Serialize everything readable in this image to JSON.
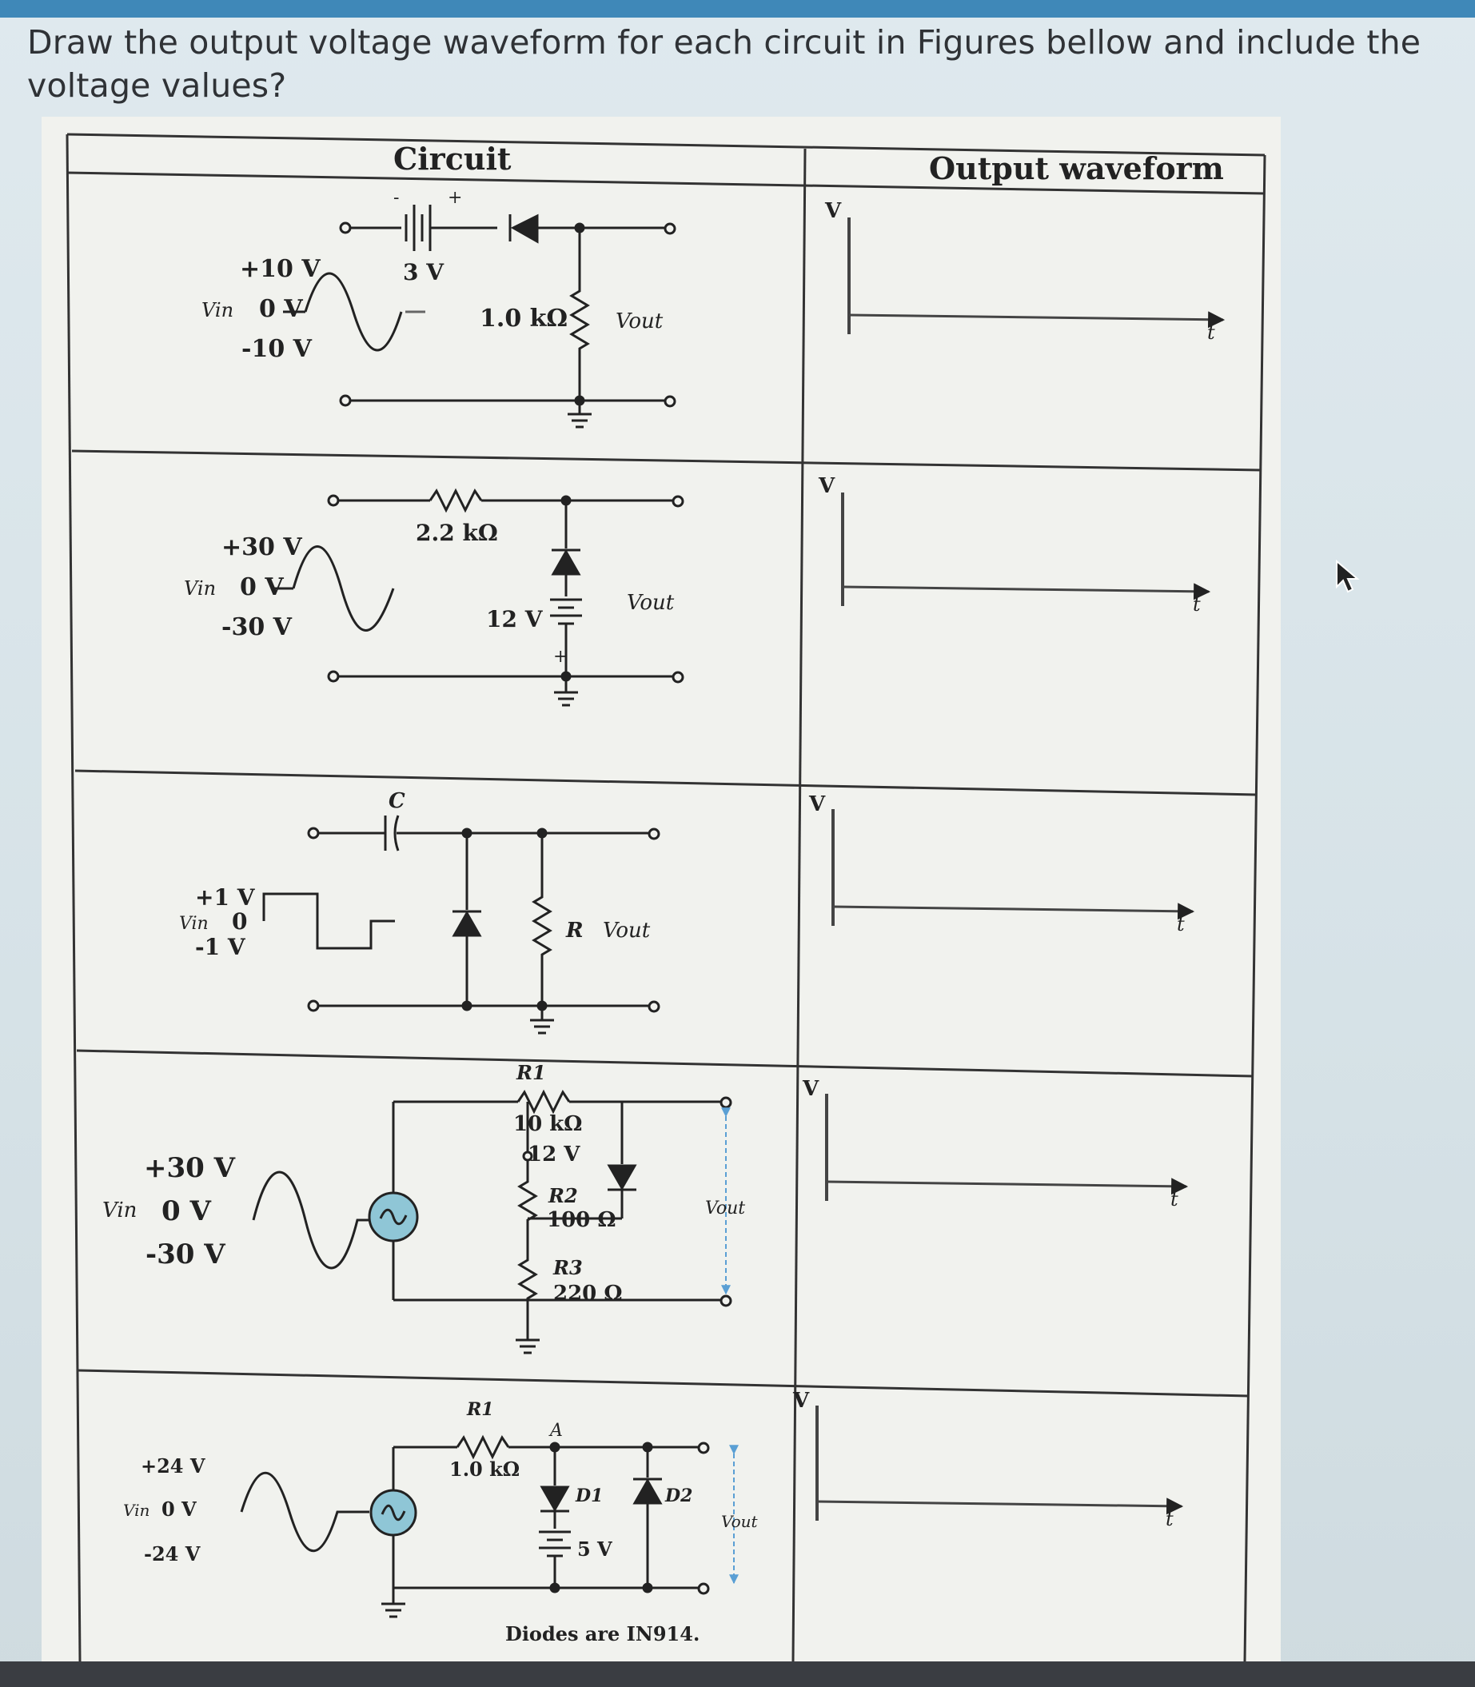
{
  "question": "Draw the output voltage waveform for each circuit in Figures bellow and include the voltage values?",
  "headers": {
    "circuit": "Circuit",
    "output": "Output waveform"
  },
  "axis_labels": {
    "v": "V",
    "t": "t"
  },
  "circuits": [
    {
      "vin_label": "Vin",
      "levels": [
        "+10 V",
        "0 V",
        "-10 V"
      ],
      "battery": "3 V",
      "resistor": "1.0 kΩ",
      "vout_label": "Vout"
    },
    {
      "vin_label": "Vin",
      "levels": [
        "+30 V",
        "0 V",
        "-30 V"
      ],
      "resistor": "2.2 kΩ",
      "battery": "12 V",
      "vout_label": "Vout"
    },
    {
      "vin_label": "Vin",
      "levels": [
        "+1 V",
        "0",
        "-1 V"
      ],
      "capacitor": "C",
      "resistor": "R",
      "vout_label": "Vout"
    },
    {
      "vin_label": "Vin",
      "levels": [
        "+30 V",
        "0 V",
        "-30 V"
      ],
      "r1_name": "R1",
      "r1_value": "10 kΩ",
      "battery": "12 V",
      "r2_name": "R2",
      "r2_value": "100 Ω",
      "r3_name": "R3",
      "r3_value": "220 Ω",
      "vout_label": "Vout"
    },
    {
      "vin_label": "Vin",
      "levels": [
        "+24 V",
        "0 V",
        "-24 V"
      ],
      "r1_name": "R1",
      "r1_value": "1.0 kΩ",
      "node": "A",
      "d1": "D1",
      "d2": "D2",
      "battery": "5 V",
      "vout_label": "Vout",
      "note": "Diodes are IN914."
    }
  ],
  "colors": {
    "top_bar": "#3f88b8",
    "bottom_bar": "#3a3d42",
    "source_fill": "#8fc6d6"
  }
}
